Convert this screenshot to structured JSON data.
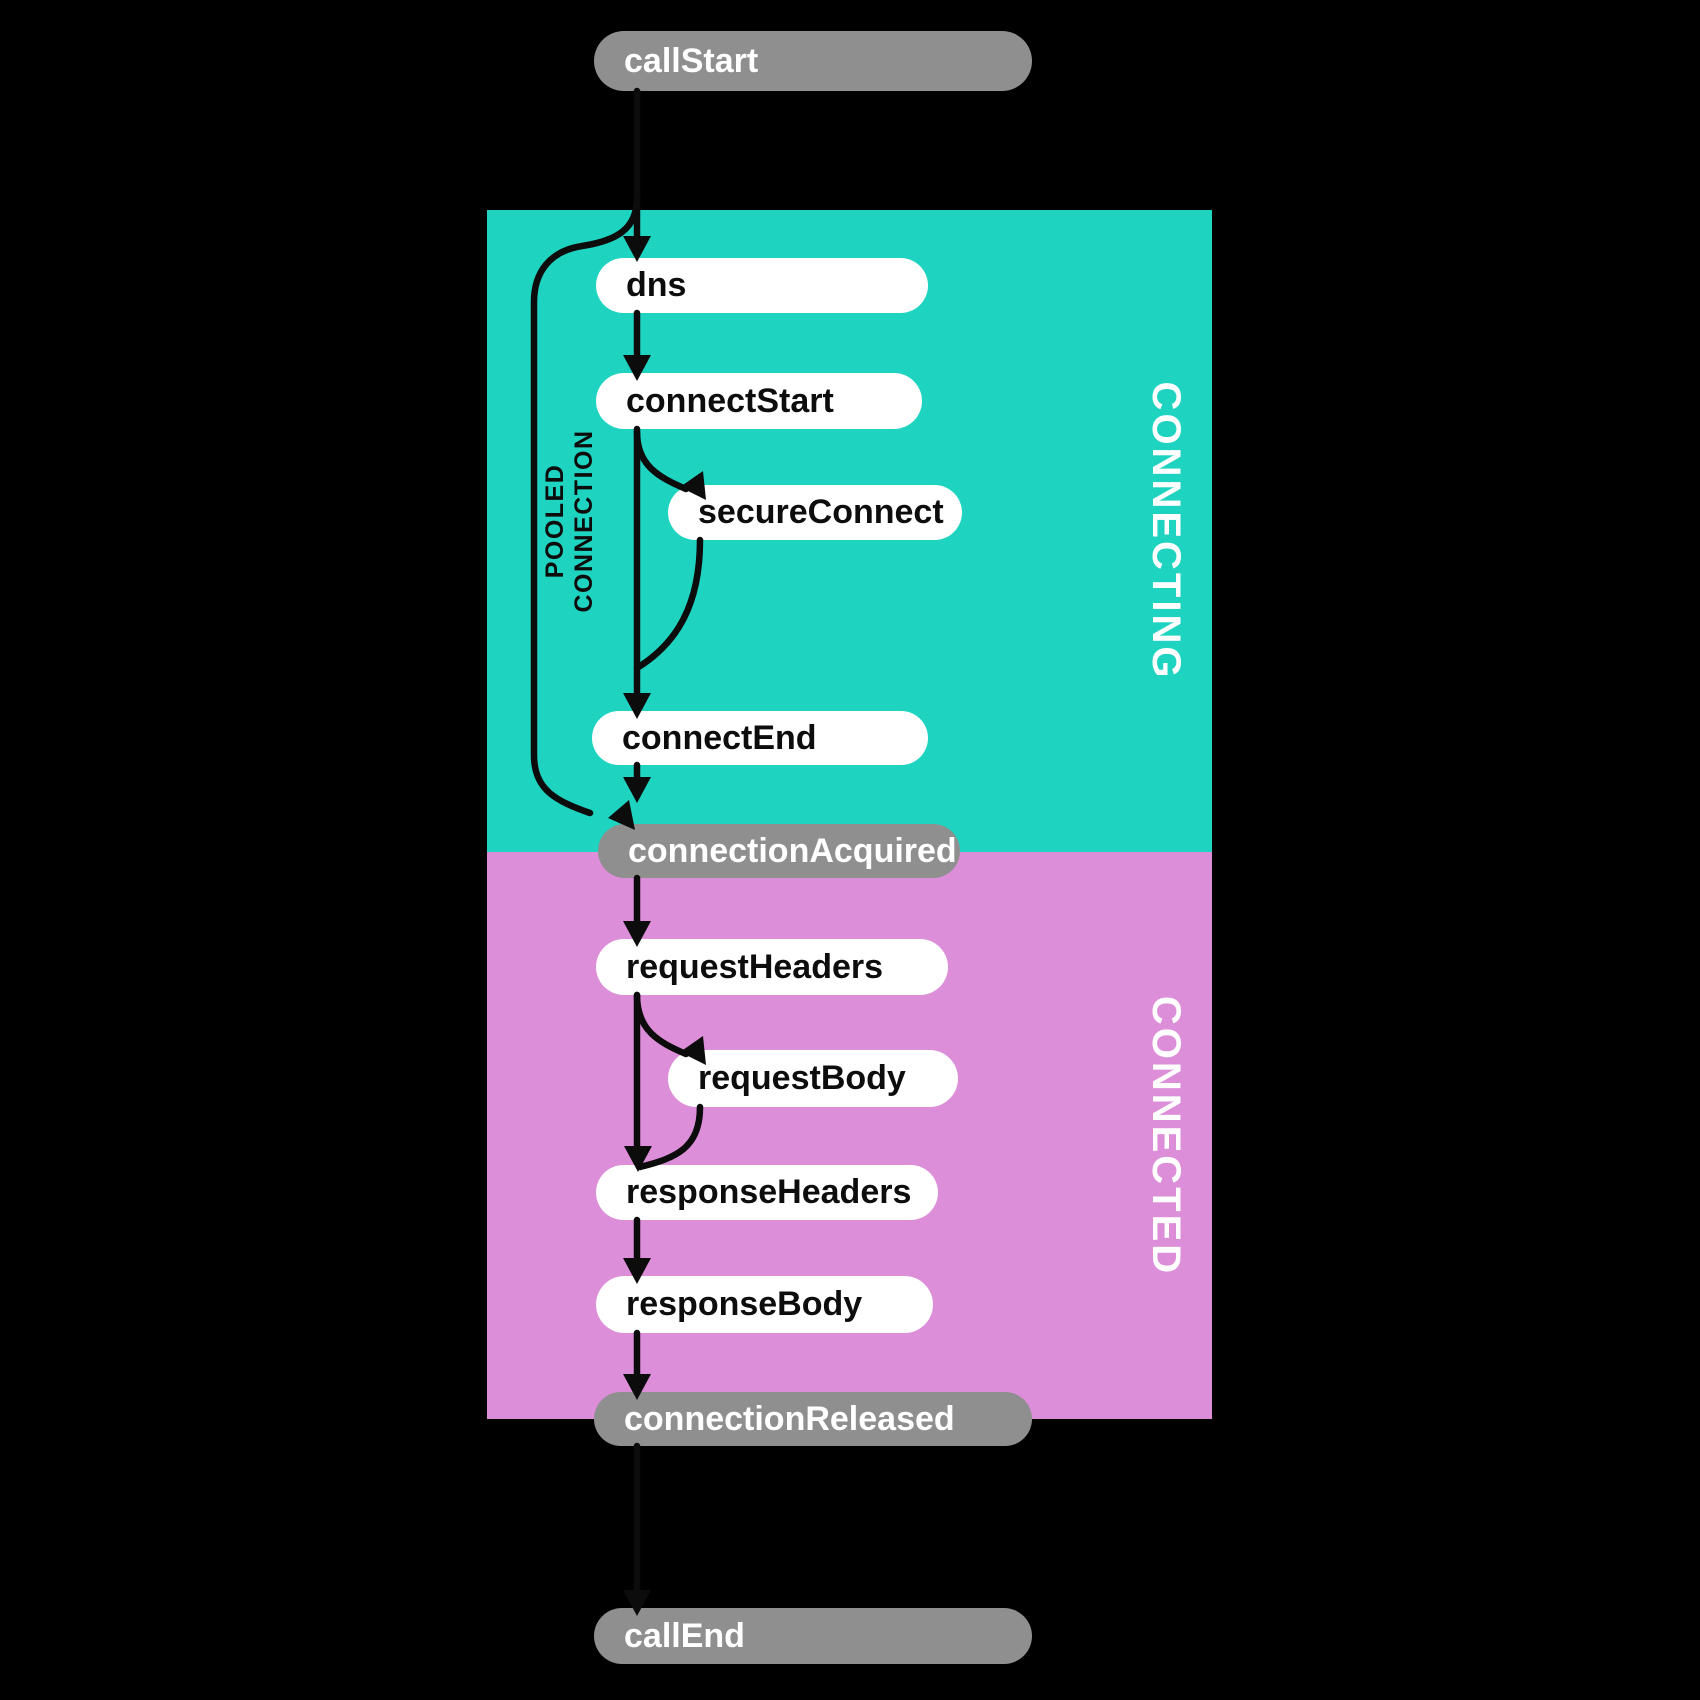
{
  "palette": {
    "background": "#000000",
    "connecting_region": "#1fd3c1",
    "connected_region": "#dd8ed8",
    "terminal_pill": "#8f8f8f",
    "event_pill": "#ffffff",
    "arrow": "#0c0c0c",
    "terminal_text": "#ffffff",
    "event_text": "#0d0d0d"
  },
  "regions": {
    "connecting": {
      "label": "CONNECTING"
    },
    "connected": {
      "label": "CONNECTED"
    }
  },
  "pooled_connection": {
    "label": "POOLED CONNECTION"
  },
  "nodes": [
    {
      "id": "callStart",
      "label": "callStart",
      "kind": "terminal",
      "region": "none"
    },
    {
      "id": "dns",
      "label": "dns",
      "kind": "event",
      "region": "connecting"
    },
    {
      "id": "connectStart",
      "label": "connectStart",
      "kind": "event",
      "region": "connecting"
    },
    {
      "id": "secureConnect",
      "label": "secureConnect",
      "kind": "event",
      "region": "connecting",
      "indented": true
    },
    {
      "id": "connectEnd",
      "label": "connectEnd",
      "kind": "event",
      "region": "connecting"
    },
    {
      "id": "connectionAcquired",
      "label": "connectionAcquired",
      "kind": "terminal",
      "region": "boundary"
    },
    {
      "id": "requestHeaders",
      "label": "requestHeaders",
      "kind": "event",
      "region": "connected"
    },
    {
      "id": "requestBody",
      "label": "requestBody",
      "kind": "event",
      "region": "connected",
      "indented": true
    },
    {
      "id": "responseHeaders",
      "label": "responseHeaders",
      "kind": "event",
      "region": "connected"
    },
    {
      "id": "responseBody",
      "label": "responseBody",
      "kind": "event",
      "region": "connected"
    },
    {
      "id": "connectionReleased",
      "label": "connectionReleased",
      "kind": "terminal",
      "region": "connected"
    },
    {
      "id": "callEnd",
      "label": "callEnd",
      "kind": "terminal",
      "region": "none"
    }
  ]
}
